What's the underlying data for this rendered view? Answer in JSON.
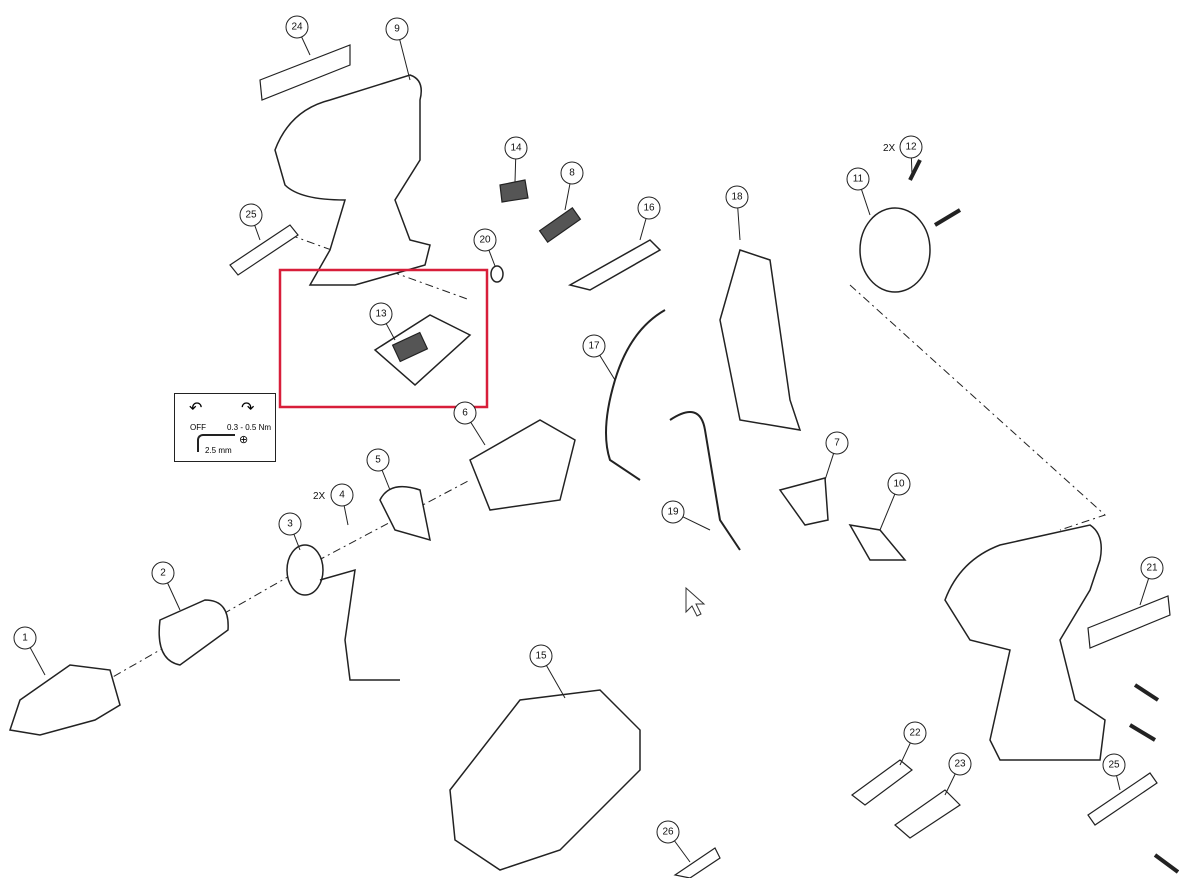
{
  "diagram": {
    "title": "Exploded parts view - cordless impact wrench",
    "callouts": [
      "1",
      "2",
      "3",
      "4",
      "5",
      "6",
      "7",
      "8",
      "9",
      "10",
      "11",
      "12",
      "13",
      "14",
      "15",
      "16",
      "17",
      "18",
      "19",
      "20",
      "21",
      "22",
      "23",
      "24",
      "25",
      "25",
      "26"
    ],
    "quantity_markers": {
      "part4": "2X",
      "part12": "2X"
    },
    "highlighted_part": "13",
    "highlight_color": "#d81e3a"
  },
  "legend": {
    "off_label": "OFF",
    "torque_label": "0.3 - 0.5 Nm",
    "hex_key_label": "2.5 mm"
  }
}
